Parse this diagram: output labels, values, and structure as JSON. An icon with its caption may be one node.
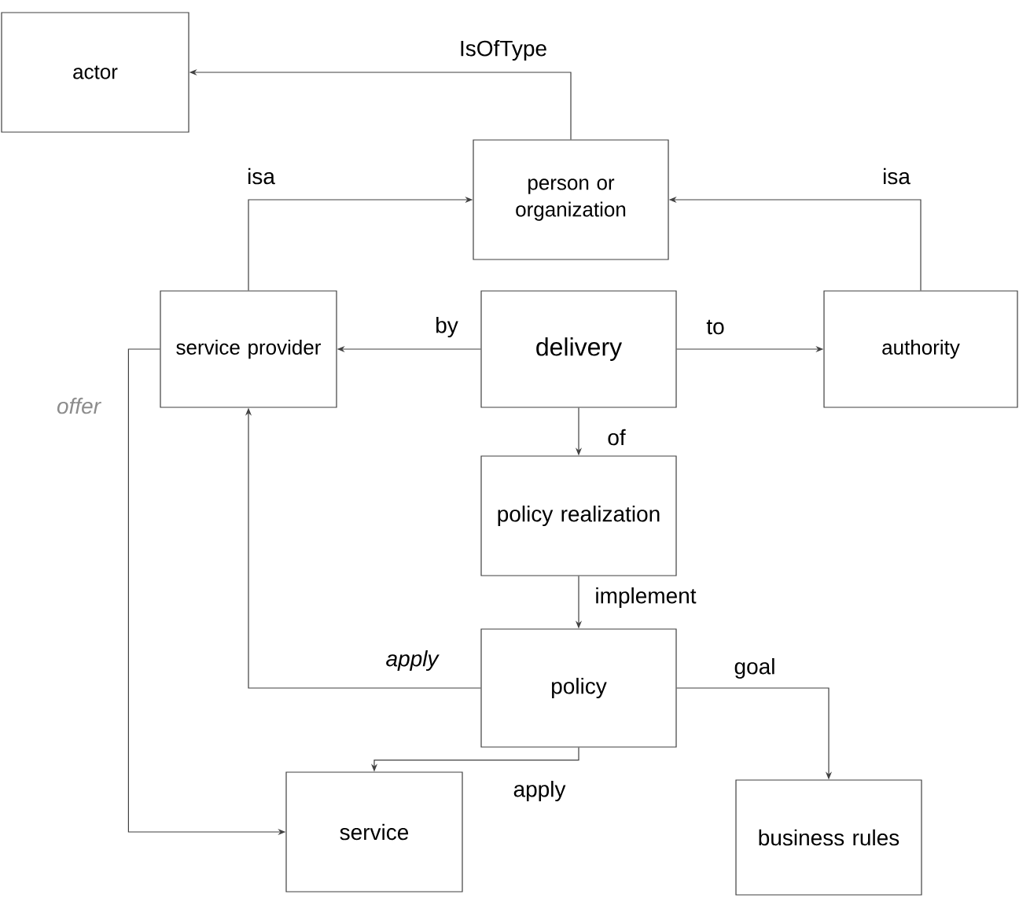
{
  "diagram": {
    "nodes": [
      {
        "text": [
          "actor"
        ]
      },
      {
        "text": [
          "person or organization"
        ]
      },
      {
        "text": [
          "service provider"
        ]
      },
      {
        "text": [
          "delivery"
        ]
      },
      {
        "text": [
          "authority"
        ]
      },
      {
        "text": [
          "policy realization"
        ]
      },
      {
        "text": [
          "policy"
        ]
      },
      {
        "text": [
          "service"
        ]
      },
      {
        "text": [
          "business rules"
        ]
      }
    ],
    "edges": [
      {
        "from": 1,
        "to": 0,
        "arrow": "to",
        "label": "IsOfType"
      },
      {
        "from": 2,
        "to": 1,
        "arrow": "to",
        "label": "isa"
      },
      {
        "from": 4,
        "to": 1,
        "arrow": "to",
        "label": "isa"
      },
      {
        "from": 3,
        "to": 2,
        "arrow": "to",
        "label": "by"
      },
      {
        "from": 3,
        "to": 4,
        "arrow": "to",
        "label": "to"
      },
      {
        "from": 3,
        "to": 5,
        "arrow": "to",
        "label": "of"
      },
      {
        "from": 5,
        "to": 6,
        "arrow": "to",
        "label": "implement"
      },
      {
        "from": 6,
        "to": 2,
        "arrow": "to",
        "label": "apply"
      },
      {
        "from": 6,
        "to": 8,
        "arrow": "to",
        "label": "goal"
      },
      {
        "from": 6,
        "to": 7,
        "arrow": "to",
        "label": "apply"
      },
      {
        "from": 2,
        "to": 7,
        "arrow": "to",
        "label": "offer"
      }
    ]
  }
}
